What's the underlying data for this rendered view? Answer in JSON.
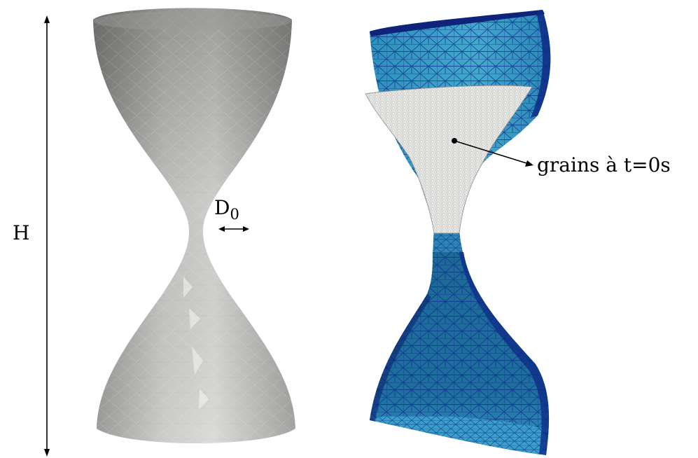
{
  "labels": {
    "height": "H",
    "throat_diameter_main": "D",
    "throat_diameter_sub": "0",
    "grains": "grains à t=0s"
  },
  "colors": {
    "background": "#ffffff",
    "solid_light": "#d9d9d7",
    "solid_dark": "#8a8a88",
    "mesh_fill_top": "#3d9fc4",
    "mesh_fill_bottom": "#1f6f9e",
    "mesh_edge": "#0a2e8c",
    "mesh_inner": "#0a1f7a",
    "grains_fill": "#e8e8e6",
    "grains_speck": "#a5a5a3",
    "arrow": "#000000"
  },
  "icons": {
    "height_arrow": "double-arrow-vertical",
    "diameter_arrow": "double-arrow-horizontal",
    "pointer": "leader-arrow"
  }
}
